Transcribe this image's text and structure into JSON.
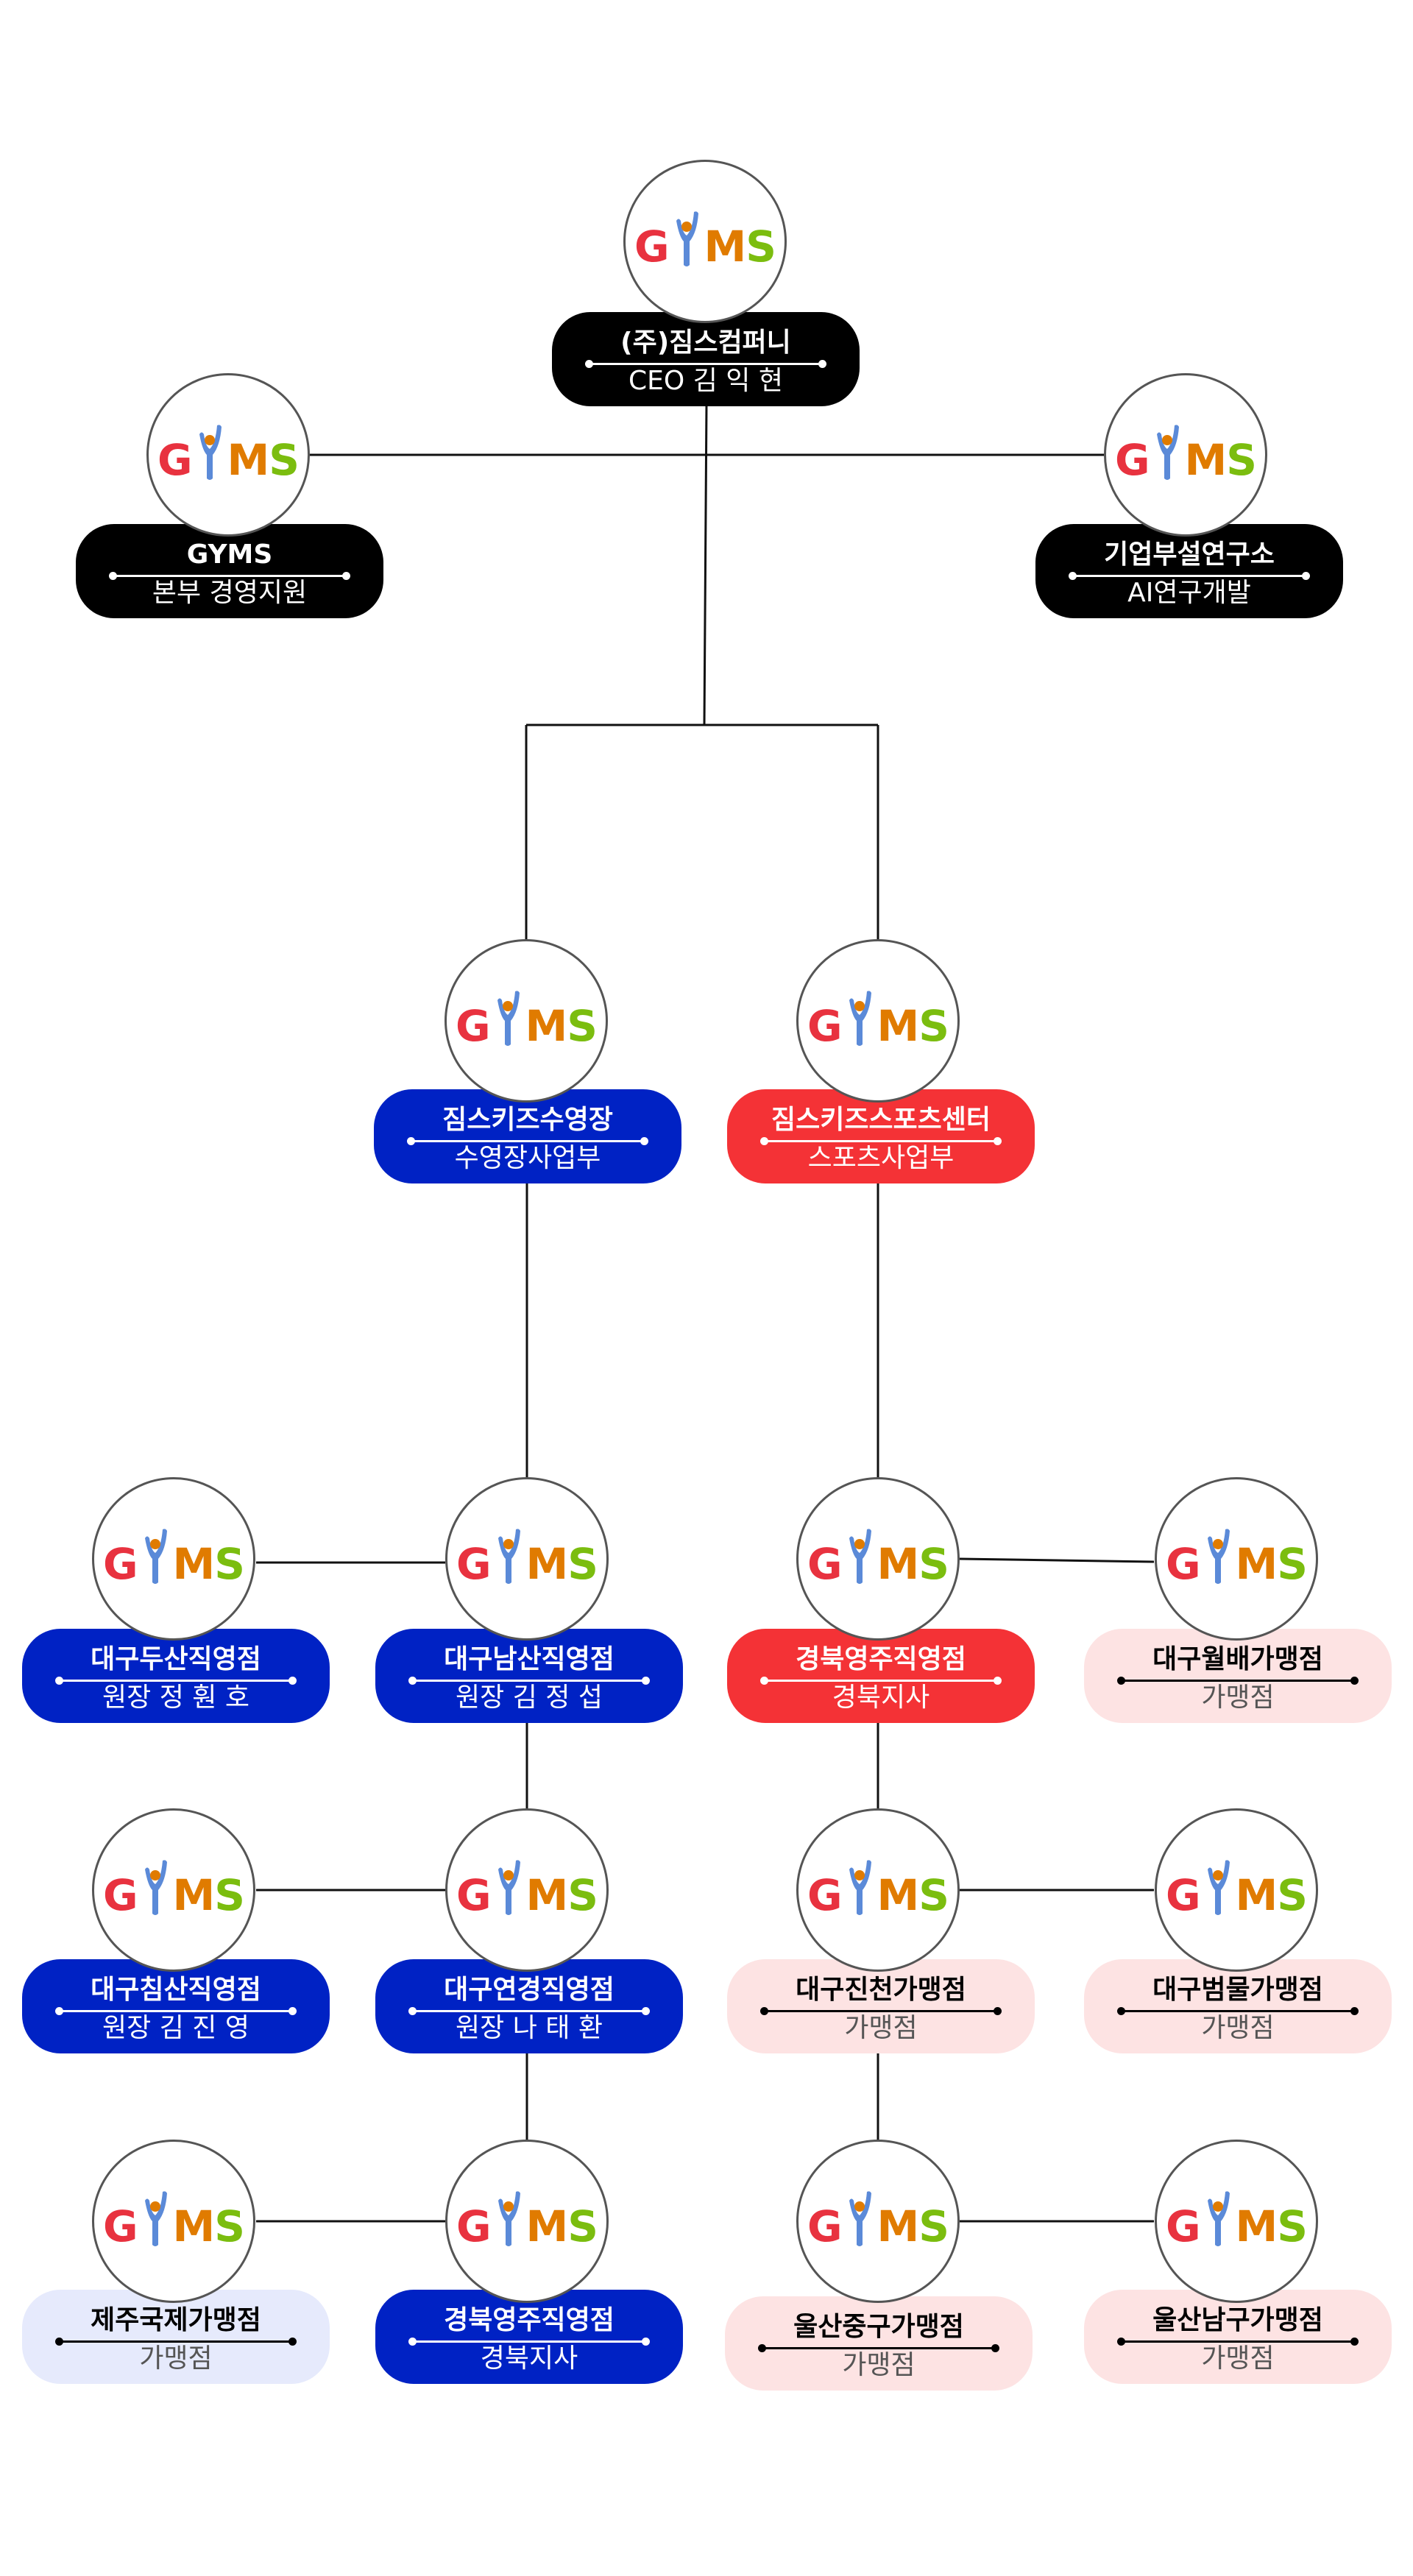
{
  "chart": {
    "title": "GYMS organization chart",
    "logo": {
      "text": "GYMS",
      "letters": [
        "G",
        "Y",
        "M",
        "S"
      ],
      "colors": {
        "g": "#e8323f",
        "y": "#5b8ad8",
        "y_head": "#e07b00",
        "m": "#e07b00",
        "s": "#7bbd0f"
      }
    },
    "theme_colors": {
      "black": "#000000",
      "blue": "#0022c4",
      "red": "#f43236",
      "pink": "#fde3e3",
      "lightblue": "#e6eafc"
    }
  },
  "nodes": {
    "ceo": {
      "title": "(주)짐스컴퍼니",
      "subtitle": "CEO 김 익 현",
      "theme": "black"
    },
    "hq": {
      "title": "GYMS",
      "subtitle": "본부 경영지원",
      "theme": "black"
    },
    "lab": {
      "title": "기업부설연구소",
      "subtitle": "AI연구개발",
      "theme": "black"
    },
    "swim": {
      "title": "짐스키즈수영장",
      "subtitle": "수영장사업부",
      "theme": "blue"
    },
    "sports": {
      "title": "짐스키즈스포츠센터",
      "subtitle": "스포츠사업부",
      "theme": "red"
    },
    "dusan": {
      "title": "대구두산직영점",
      "subtitle": "원장 정 훤 호",
      "theme": "blue"
    },
    "namsan": {
      "title": "대구남산직영점",
      "subtitle": "원장 김 정 섭",
      "theme": "blue"
    },
    "yeongju_red": {
      "title": "경북영주직영점",
      "subtitle": "경북지사",
      "theme": "red"
    },
    "wolbae": {
      "title": "대구월배가맹점",
      "subtitle": "가맹점",
      "theme": "pink"
    },
    "chimsan": {
      "title": "대구침산직영점",
      "subtitle": "원장 김 진 영",
      "theme": "blue"
    },
    "yeongyeong": {
      "title": "대구연경직영점",
      "subtitle": "원장 나 태 환",
      "theme": "blue"
    },
    "jincheon": {
      "title": "대구진천가맹점",
      "subtitle": "가맹점",
      "theme": "pink"
    },
    "beommul": {
      "title": "대구범물가맹점",
      "subtitle": "가맹점",
      "theme": "pink"
    },
    "jeju": {
      "title": "제주국제가맹점",
      "subtitle": "가맹점",
      "theme": "lightblue"
    },
    "yeongju_blue": {
      "title": "경북영주직영점",
      "subtitle": "경북지사",
      "theme": "blue"
    },
    "ulsan_junggu": {
      "title": "울산중구가맹점",
      "subtitle": "가맹점",
      "theme": "pink"
    },
    "ulsan_namgu": {
      "title": "울산남구가맹점",
      "subtitle": "가맹점",
      "theme": "pink"
    }
  }
}
